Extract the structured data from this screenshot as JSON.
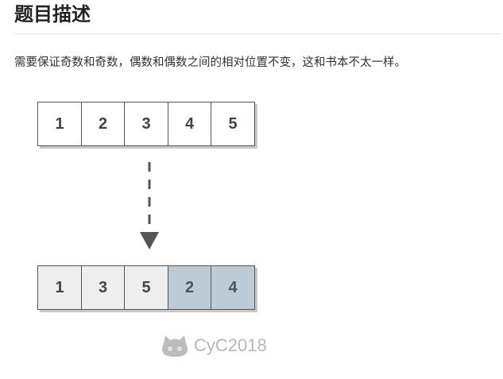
{
  "header": {
    "title": "题目描述"
  },
  "description": "需要保证奇数和奇数，偶数和偶数之间的相对位置不变，这和书本不太一样。",
  "diagram": {
    "input_array": [
      "1",
      "2",
      "3",
      "4",
      "5"
    ],
    "output_array": [
      "1",
      "3",
      "5",
      "2",
      "4"
    ],
    "output_highlight": [
      "odd",
      "odd",
      "odd",
      "even",
      "even"
    ],
    "colors": {
      "odd_cell": "#eeeeee",
      "even_cell": "#bccbd6",
      "border": "#555555",
      "arrow": "#555555"
    }
  },
  "watermark": {
    "icon": "github-cat-icon",
    "text": "CyC2018"
  }
}
